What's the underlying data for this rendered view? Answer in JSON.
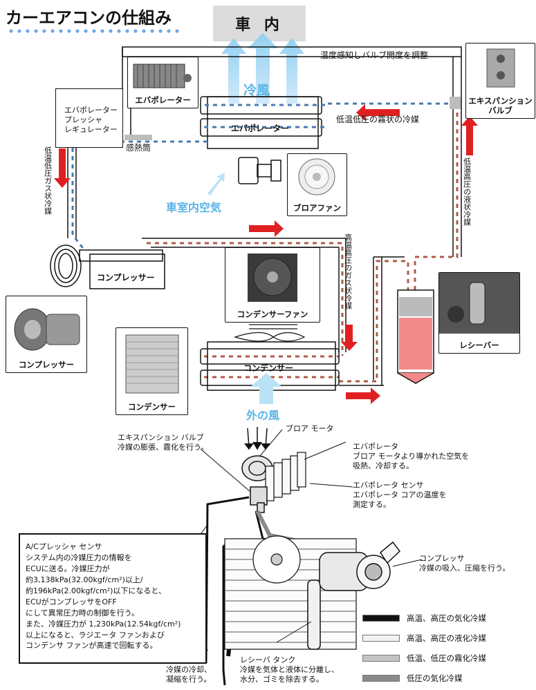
{
  "title": "カーエアコンの仕組み",
  "car_interior": "車 内",
  "cold_air": "冷風",
  "outside_air": "外の風",
  "cabin_air": "車室内空気",
  "top_labels": {
    "bulb_adjust": "温度感知しバルブ開度を調整",
    "low_temp_mist": "低温低圧の霧状の冷媒",
    "evap_pressure_reg": "エバポレーター\nプレッシャ\nレギュレーター",
    "thermo_bulb": "感熱筒",
    "low_gas_vertical": "低温低圧ガス状冷媒",
    "high_liquid_vertical": "低温高圧の液状冷媒",
    "high_gas_vertical": "高温高圧のガス状冷媒"
  },
  "components": {
    "evaporator_photo": "エバポレーター",
    "evaporator_block": "エバポレーター",
    "expansion_valve_photo": "エキスパンション\nバルブ",
    "blower_fan_photo": "ブロアファン",
    "compressor_block": "コンプレッサー",
    "compressor_photo": "コンプレッサー",
    "condenser_fan_photo": "コンデンサーファン",
    "condenser_block": "コンデンサー",
    "condenser_photo": "コンデンサー",
    "receiver_photo": "レシーバー"
  },
  "bottom": {
    "blower_motor": "ブロア モータ",
    "expansion_valve": "エキスパンション バルブ\n冷媒の膨張、霧化を行う。",
    "evaporator": "エバポレータ\nブロア モータより導かれた空気を\n吸熱、冷却する。",
    "evaporator_sensor": "エバポレータ センサ\nエバポレータ コアの温度を\n測定する。",
    "compressor": "コンプレッサ\n冷媒の吸入、圧縮を行う。",
    "condenser": "コンデンサ\n冷媒の冷却、\n凝縮を行う。",
    "receiver_tank": "レシーバ タンク\n冷媒を気体と液体に分離し、\n水分、ゴミを除去する。"
  },
  "sensor_box_lines": [
    "A/Cプレッシャ センサ",
    "システム内の冷媒圧力の情報を",
    "ECUに送る。冷媒圧力が",
    "約3,138kPa(32.00kgf/cm²)以上/",
    "約196kPa(2.00kgf/cm²)以下になると、",
    "ECUがコンプレッサをOFF",
    "にして異常圧力時の制御を行う。",
    "また、冷媒圧力が 1,230kPa(12.54kgf/cm²)",
    "以上になると、ラジエータ ファンおよび",
    "コンデンサ ファンが高速で回転する。"
  ],
  "legend": [
    {
      "label": "高温、高圧の気化冷媒",
      "color": "#111111"
    },
    {
      "label": "高温、高圧の液化冷媒",
      "color": "#f2f2f2"
    },
    {
      "label": "低温、低圧の霧化冷媒",
      "color": "#c4c4c4"
    },
    {
      "label": "低圧の気化冷媒",
      "color": "#8a8a8a"
    }
  ],
  "colors": {
    "accent_blue": "#5ab4e8",
    "arrow_red": "#e02020",
    "receiver_pink": "#f2898a",
    "hot_dash": "#b05a4a",
    "cold_dash": "#4a7ab0"
  }
}
